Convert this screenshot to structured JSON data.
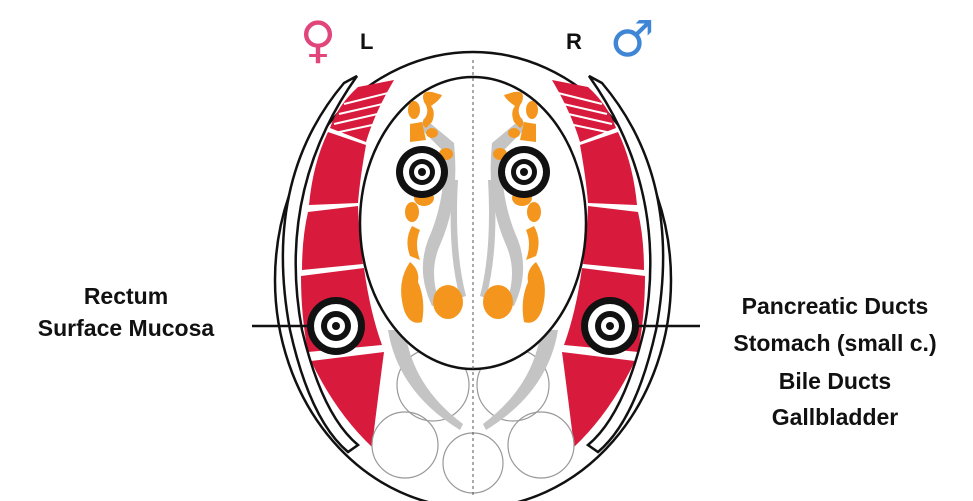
{
  "symbols": {
    "female": "♀",
    "male": "♂",
    "left_letter": "L",
    "right_letter": "R"
  },
  "left_label": {
    "lines": [
      "Rectum",
      "Surface Mucosa"
    ]
  },
  "right_label": {
    "lines": [
      "Pancreatic Ducts",
      "Stomach (small c.)",
      "Bile Ducts",
      "Gallbladder"
    ]
  },
  "colors": {
    "female": "#e0457b",
    "male": "#3f86d6",
    "muscle": "#d81b3c",
    "ducts": "#f4961d",
    "gray_channel": "#c4c4c4",
    "outline": "#111111"
  }
}
